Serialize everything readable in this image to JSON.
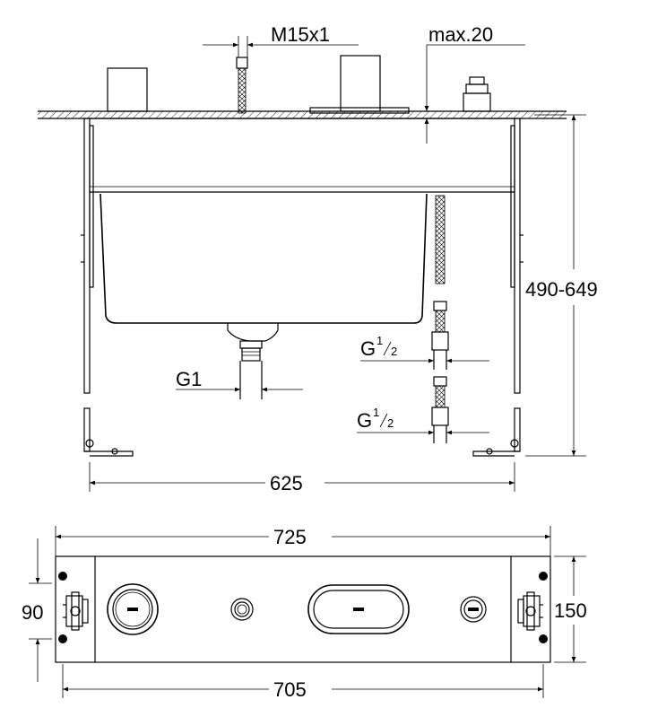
{
  "labels": {
    "m15x1": "M15x1",
    "max20": "max.20",
    "height": "490-649",
    "g1": "G1",
    "g12_upper": "G",
    "g12_lower": "G",
    "frac_num": "1",
    "frac_den": "2",
    "w625": "625",
    "w725": "725",
    "w705": "705",
    "d90": "90",
    "d150": "150"
  }
}
